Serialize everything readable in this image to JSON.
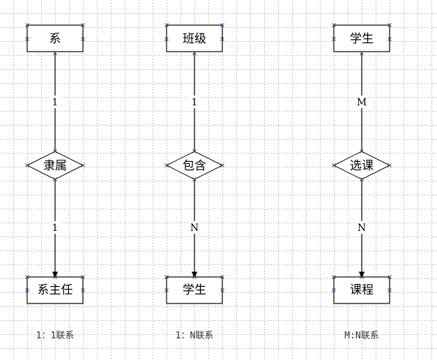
{
  "groups": [
    {
      "top": "系",
      "relation": "隶属",
      "bottom": "系主任",
      "card_top": "1",
      "card_bottom": "1",
      "caption": "1：1联系"
    },
    {
      "top": "班级",
      "relation": "包含",
      "bottom": "学生",
      "card_top": "1",
      "card_bottom": "N",
      "caption": "1：N联系"
    },
    {
      "top": "学生",
      "relation": "选课",
      "bottom": "课程",
      "card_top": "M",
      "card_bottom": "N",
      "caption": "M:N联系"
    }
  ],
  "colors": {
    "line": "#000000",
    "handle": "#3b3b9a",
    "grid": "#c4c4c4"
  }
}
